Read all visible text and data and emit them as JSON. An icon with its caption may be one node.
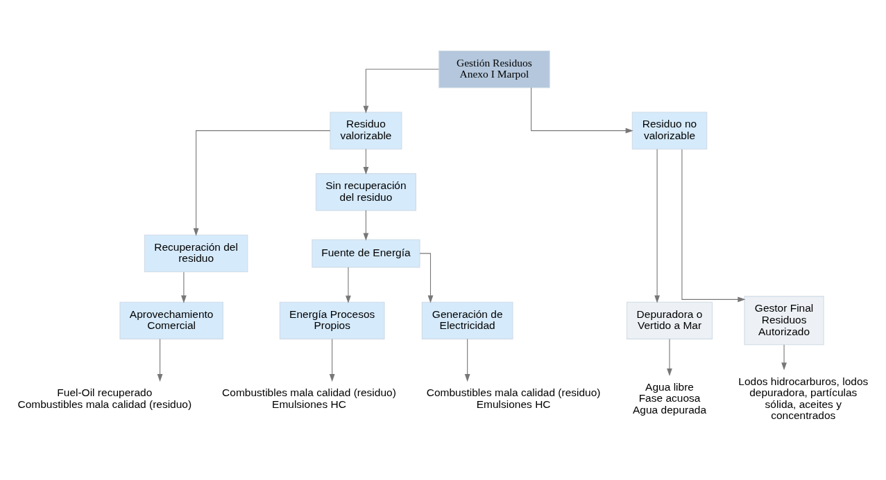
{
  "diagram": {
    "nodes": [
      {
        "text": [
          "Gestión Residuos Anexo I Marpol"
        ]
      },
      {
        "text": [
          "Residuo valorizable"
        ]
      },
      {
        "text": [
          "Residuo no valorizable"
        ]
      },
      {
        "text": [
          "Recuperación del residuo"
        ]
      },
      {
        "text": [
          "Sin recuperación del residuo"
        ]
      },
      {
        "text": [
          "Fuente de Energía"
        ]
      },
      {
        "text": [
          "Aprovechamiento Comercial"
        ]
      },
      {
        "text": [
          "Energía Procesos Propios"
        ]
      },
      {
        "text": [
          "Generación de Electricidad"
        ]
      },
      {
        "text": [
          "Depuradora o Vertido a Mar"
        ]
      },
      {
        "text": [
          "Gestor Final Residuos Autorizado"
        ]
      },
      {
        "text": [
          "Fuel-Oil recuperado",
          "Combustibles mala calidad (residuo)"
        ]
      },
      {
        "text": [
          "Combustibles mala calidad (residuo)",
          "Emulsiones HC"
        ]
      },
      {
        "text": [
          "Combustibles mala calidad (residuo)",
          "Emulsiones HC"
        ]
      },
      {
        "text": [
          "Agua libre",
          "Fase acuosa",
          "Agua depurada"
        ]
      },
      {
        "text": [
          "Lodos hidrocarburos, lodos depuradora, partículas sólida, aceites y concentrados"
        ]
      }
    ],
    "edges": [
      {
        "from": 0,
        "to": 1,
        "arrow": "to"
      },
      {
        "from": 0,
        "to": 2,
        "arrow": "to"
      },
      {
        "from": 1,
        "to": 3,
        "arrow": "to"
      },
      {
        "from": 1,
        "to": 4,
        "arrow": "to"
      },
      {
        "from": 4,
        "to": 5,
        "arrow": "to"
      },
      {
        "from": 3,
        "to": 6,
        "arrow": "to"
      },
      {
        "from": 5,
        "to": 7,
        "arrow": "to"
      },
      {
        "from": 5,
        "to": 8,
        "arrow": "to"
      },
      {
        "from": 2,
        "to": 9,
        "arrow": "to"
      },
      {
        "from": 2,
        "to": 10,
        "arrow": "to"
      },
      {
        "from": 6,
        "to": 11,
        "arrow": "to"
      },
      {
        "from": 7,
        "to": 12,
        "arrow": "to"
      },
      {
        "from": 8,
        "to": 13,
        "arrow": "to"
      },
      {
        "from": 9,
        "to": 14,
        "arrow": "to"
      },
      {
        "from": 10,
        "to": 15,
        "arrow": "to"
      }
    ]
  }
}
